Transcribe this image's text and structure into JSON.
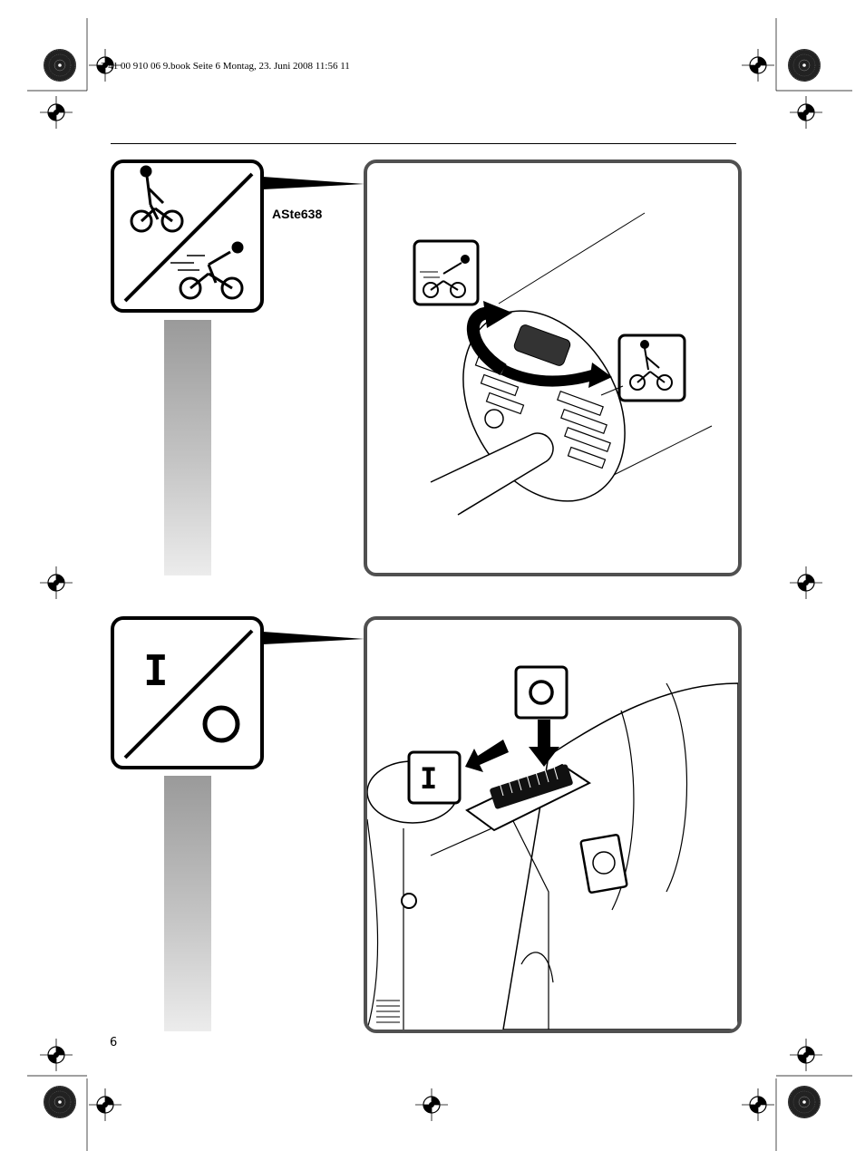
{
  "header": {
    "imprint": "3 41 00 910 06 9.book  Seite 6  Montag, 23. Juni 2008  11:56 11"
  },
  "figure1": {
    "model_label": "ASte638",
    "legend_icon": "speed-selector-icon",
    "icons": [
      "cyclist-fast-icon",
      "cyclist-slow-icon",
      "rotation-arrow-icon"
    ]
  },
  "figure2": {
    "legend_icon": "on-off-icon",
    "on_symbol": "I",
    "off_symbol": "O",
    "icons": [
      "on-symbol-icon",
      "off-symbol-icon",
      "push-arrow-icon",
      "slide-arrow-icon"
    ]
  },
  "footer": {
    "page_number": "6"
  },
  "colors": {
    "panel_border": "#505050",
    "gray_bar_top": "#9a9a9a",
    "gray_bar_bottom": "#ececec"
  }
}
